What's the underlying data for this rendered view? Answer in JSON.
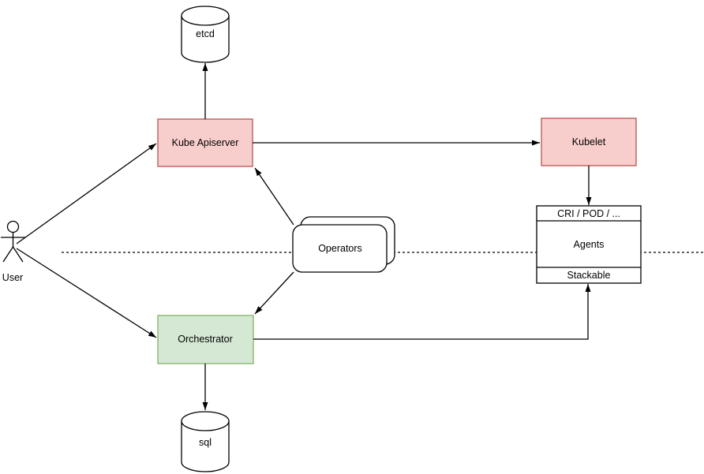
{
  "colors": {
    "background": "#ffffff",
    "line": "#000000",
    "shape_fill": "#ffffff",
    "control_plane_fill": "#f8cecc",
    "control_plane_stroke": "#b85450",
    "orchestrator_fill": "#d5e8d4",
    "orchestrator_stroke": "#82b366"
  },
  "nodes": {
    "etcd": {
      "label": "etcd",
      "shape": "cylinder"
    },
    "kube_apiserver": {
      "label": "Kube Apiserver",
      "shape": "rectangle"
    },
    "kubelet": {
      "label": "Kubelet",
      "shape": "rectangle"
    },
    "operators": {
      "label": "Operators",
      "shape": "stacked-rounded-rectangle"
    },
    "orchestrator": {
      "label": "Orchestrator",
      "shape": "rectangle"
    },
    "sql": {
      "label": "sql",
      "shape": "cylinder"
    },
    "user": {
      "label": "User",
      "shape": "actor"
    },
    "agent_stack": {
      "header": "CRI / POD / ...",
      "body": "Agents",
      "footer": "Stackable",
      "shape": "partitioned-rectangle"
    }
  },
  "edges": [
    {
      "from": "user",
      "to": "kube_apiserver",
      "arrow": "end"
    },
    {
      "from": "user",
      "to": "orchestrator",
      "arrow": "end"
    },
    {
      "from": "kube_apiserver",
      "to": "etcd",
      "arrow": "end"
    },
    {
      "from": "kube_apiserver",
      "to": "kubelet",
      "arrow": "end"
    },
    {
      "from": "kubelet",
      "to": "agent_stack",
      "arrow": "end"
    },
    {
      "from": "operators",
      "to": "kube_apiserver",
      "arrow": "end"
    },
    {
      "from": "operators",
      "to": "orchestrator",
      "arrow": "end"
    },
    {
      "from": "orchestrator",
      "to": "agent_stack",
      "arrow": "end"
    },
    {
      "from": "orchestrator",
      "to": "sql",
      "arrow": "end"
    },
    {
      "type": "boundary",
      "style": "dashed"
    }
  ]
}
